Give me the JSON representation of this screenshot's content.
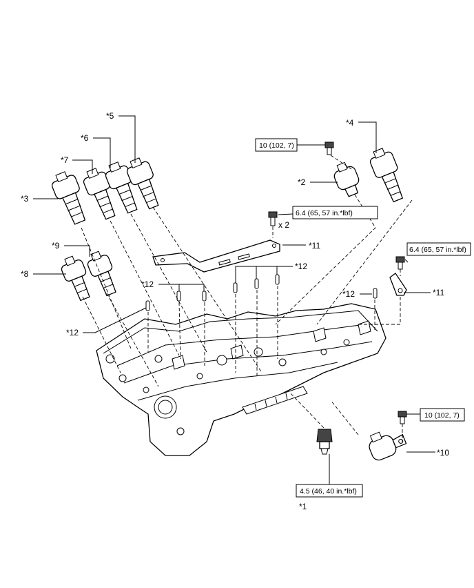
{
  "callouts": {
    "c1": "*1",
    "c2": "*2",
    "c3": "*3",
    "c4": "*4",
    "c5": "*5",
    "c6": "*6",
    "c7": "*7",
    "c8": "*8",
    "c9": "*9",
    "c10": "*10",
    "c11a": "*11",
    "c11b": "*11",
    "c12a": "*12",
    "c12b": "*12",
    "c12c": "*12",
    "c12d": "*12"
  },
  "torque_specs": {
    "t_10_top": "10 (102, 7)",
    "t_64_bracket": "6.4 (65, 57 in.*lbf)",
    "t_64_clip": "6.4 (65, 57 in.*lbf)",
    "t_10_bottom": "10 (102, 7)",
    "t_45_sensor": "4.5 (46, 40 in.*lbf)"
  },
  "quantity": "x 2"
}
